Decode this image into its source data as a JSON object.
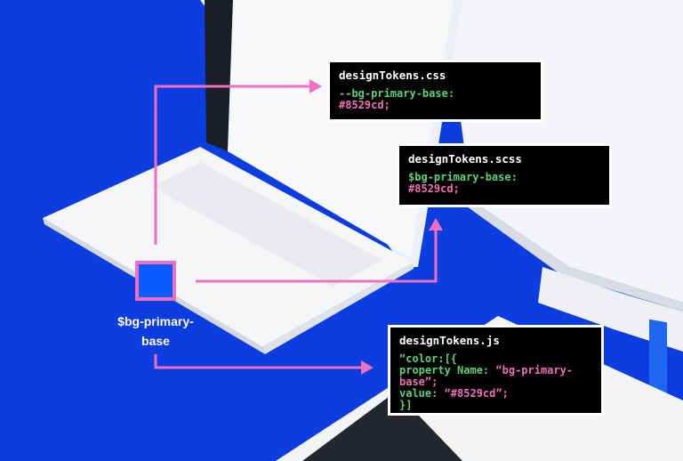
{
  "token": {
    "label": "$bg-primary-base",
    "label_line1": "$bg-primary-",
    "label_line2": "base",
    "swatch_color": "#0a5cff"
  },
  "css_box": {
    "title": "designTokens.css",
    "property": "--bg-primary-base:",
    "value": "#8529cd;"
  },
  "scss_box": {
    "title": "designTokens.scss",
    "property": "$bg-primary-base:",
    "value": "#8529cd;"
  },
  "js_box": {
    "title": "designTokens.js",
    "line1": "“color:[{",
    "line2_key": "property Name: ",
    "line2_val": "“bg-primary-",
    "line3_val": "base”;",
    "line4_key": "value: ",
    "line4_val": "“#8529cd”;",
    "line5": "}]"
  },
  "colors": {
    "background": "#0b3de0",
    "arrow": "#f06fc0",
    "code_key": "#5ed07a",
    "code_value": "#ef6fb8"
  }
}
